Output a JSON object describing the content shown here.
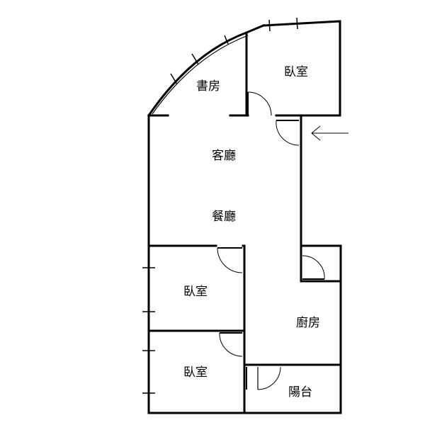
{
  "rooms": {
    "study": "書房",
    "bedroom_top": "臥室",
    "living": "客廳",
    "dining": "餐廳",
    "bedroom_mid": "臥室",
    "bedroom_bottom": "臥室",
    "kitchen": "廚房",
    "balcony": "陽台"
  },
  "entrance": {
    "icon": "entrance-arrow-icon"
  }
}
